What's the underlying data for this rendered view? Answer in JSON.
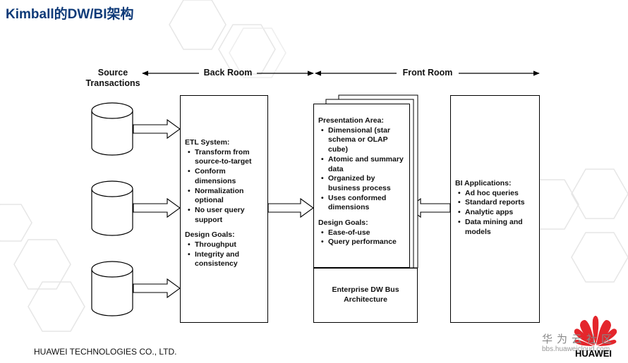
{
  "slide_title": "Kimball的DW/BI架构",
  "headers": {
    "source_line1": "Source",
    "source_line2": "Transactions",
    "back_room": "Back Room",
    "front_room": "Front Room"
  },
  "etl_box": {
    "etl_heading": "ETL System:",
    "etl_items": [
      "Transform from source-to-target",
      "Conform dimensions",
      "Normalization optional",
      "No user query support"
    ],
    "goals_heading": "Design Goals:",
    "goals_items": [
      "Throughput",
      "Integrity and consistency"
    ]
  },
  "presentation_box": {
    "heading": "Presentation Area:",
    "items": [
      "Dimensional (star schema or OLAP cube)",
      "Atomic and summary data",
      "Organized by business process",
      "Uses conformed dimensions"
    ],
    "goals_heading": "Design Goals:",
    "goals_items": [
      "Ease-of-use",
      "Query performance"
    ],
    "bus_line1": "Enterprise DW Bus",
    "bus_line2": "Architecture"
  },
  "bi_box": {
    "heading": "BI Applications:",
    "items": [
      "Ad hoc queries",
      "Standard reports",
      "Analytic apps",
      "Data mining and models"
    ]
  },
  "footer": {
    "company": "HUAWEI TECHNOLOGIES CO., LTD.",
    "community_cn": "华为云社区",
    "url": "bbs.huaweicloud.com",
    "brand": "HUAWEI"
  },
  "colors": {
    "title": "#0e3a78",
    "logo_red": "#e4262c",
    "hex_background": "#ececec"
  },
  "icons": [
    "hexagon-background-pattern",
    "database-cylinder-icon",
    "hollow-arrow-icon",
    "huawei-logo-icon"
  ]
}
